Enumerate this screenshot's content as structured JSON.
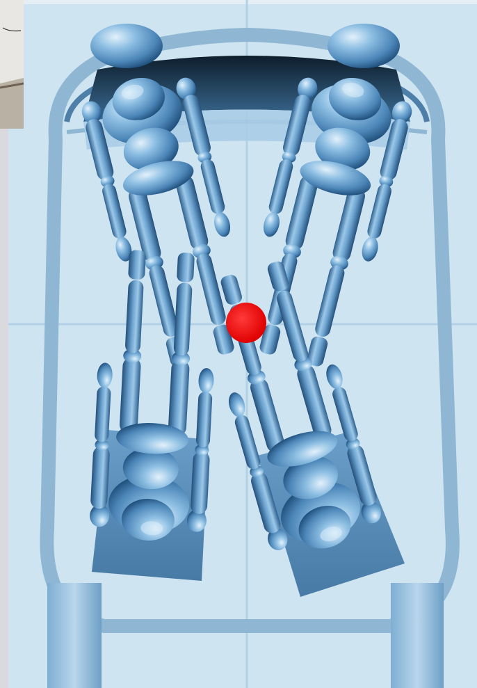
{
  "scene": {
    "subject": "four-mannequin-seating-layout",
    "mannequin_count": 4,
    "front_row": [
      "front-left-mannequin",
      "front-right-mannequin"
    ],
    "rear_row": [
      "rear-left-mannequin",
      "rear-right-mannequin"
    ],
    "center_marker": "red-dot-marker"
  },
  "colors": {
    "page_background": "#d9d9de",
    "canvas_background": "#cfe4f1",
    "vehicle_outline": "#8fb7d3",
    "vehicle_outline_dark": "#4d7fa8",
    "guide_line": "#b3d1e6",
    "mannequin_light": "#9cc6e6",
    "mannequin_mid": "#4f8dc0",
    "mannequin_dark": "#1f4e7a",
    "center_marker": "#f20c0c",
    "photo_fragment": "#e8e6e2"
  },
  "icons": {
    "center_marker": "red-dot-icon",
    "photo_fragment": "photo-thumbnail-icon"
  }
}
